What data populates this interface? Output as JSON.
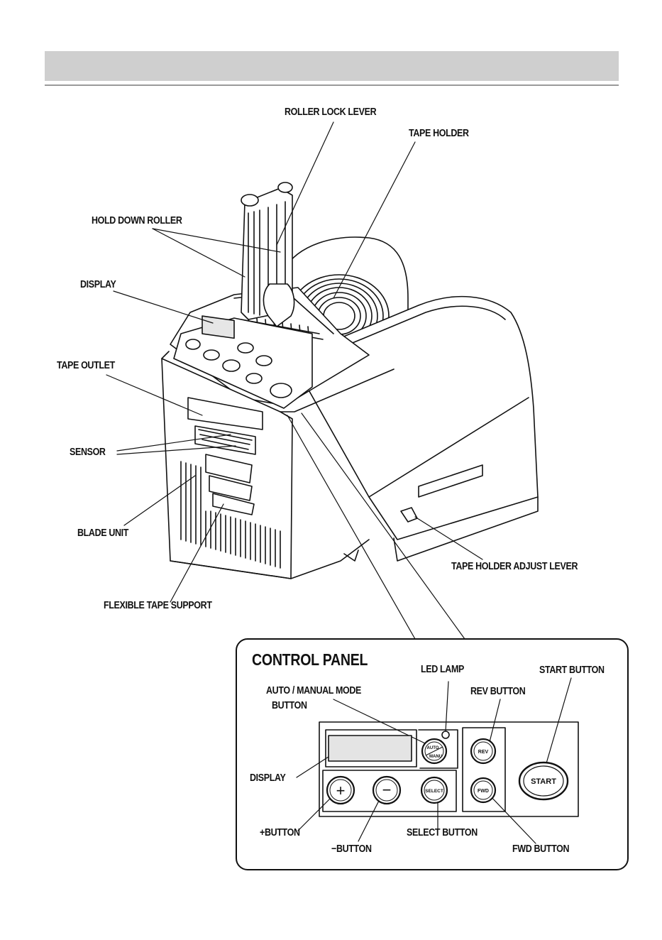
{
  "labels": {
    "roller_lock_lever": "ROLLER LOCK LEVER",
    "tape_holder": "TAPE HOLDER",
    "hold_down_roller": "HOLD DOWN ROLLER",
    "display": "DISPLAY",
    "tape_outlet": "TAPE OUTLET",
    "sensor": "SENSOR",
    "blade_unit": "BLADE UNIT",
    "flexible_tape_support": "FLEXIBLE TAPE SUPPORT",
    "tape_holder_adjust_lever": "TAPE HOLDER ADJUST LEVER"
  },
  "control_panel": {
    "title": "CONTROL PANEL",
    "led_lamp": "LED LAMP",
    "start_button": "START BUTTON",
    "auto_manual_mode_line1": "AUTO / MANUAL MODE",
    "auto_manual_mode_line2": "BUTTON",
    "rev_button": "REV BUTTON",
    "display": "DISPLAY",
    "plus_button": "+BUTTON",
    "minus_button": "−BUTTON",
    "select_button": "SELECT BUTTON",
    "fwd_button": "FWD BUTTON"
  },
  "panel_buttons": {
    "auto": "AUTO",
    "manu": "MANU",
    "rev": "REV",
    "fwd": "FWD",
    "select": "SELECT",
    "start": "START",
    "plus": "+",
    "minus": "−"
  }
}
